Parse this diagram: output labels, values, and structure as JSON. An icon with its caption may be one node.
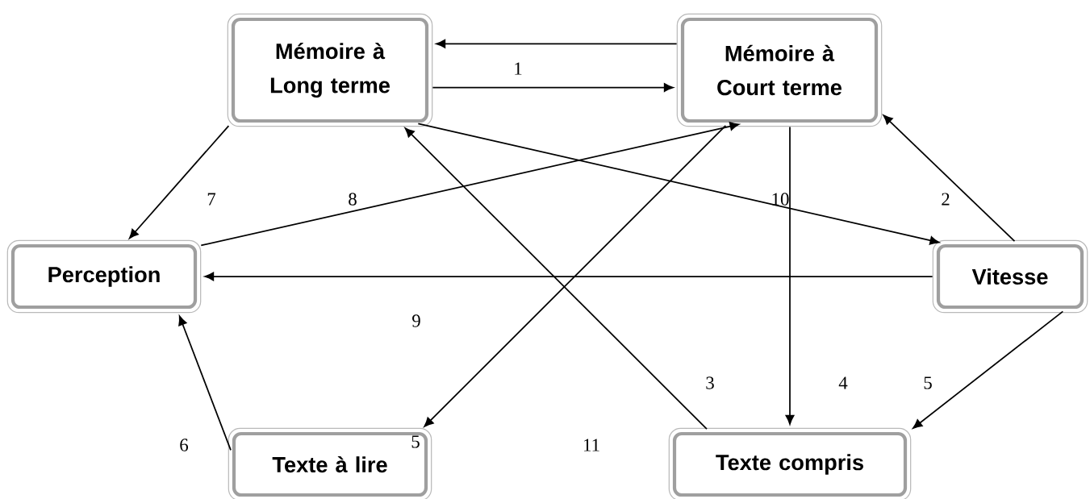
{
  "diagram": {
    "nodes": [
      {
        "text": [
          "Mémoire à Long terme"
        ]
      },
      {
        "text": [
          "Mémoire à Court terme"
        ]
      },
      {
        "text": [
          "Perception"
        ]
      },
      {
        "text": [
          "Vitesse"
        ]
      },
      {
        "text": [
          "Texte à lire"
        ]
      },
      {
        "text": [
          "Texte compris"
        ]
      }
    ],
    "edges": [
      {
        "from": 1,
        "to": 0,
        "arrow": "to"
      },
      {
        "from": 0,
        "to": 1,
        "arrow": "to"
      },
      {
        "from": 0,
        "to": 2,
        "arrow": "to"
      },
      {
        "from": 2,
        "to": 1,
        "arrow": "to"
      },
      {
        "from": 0,
        "to": 3,
        "arrow": "to"
      },
      {
        "from": 1,
        "to": 4,
        "arrow": "to"
      },
      {
        "from": 1,
        "to": 5,
        "arrow": "to"
      },
      {
        "from": 3,
        "to": 1,
        "arrow": "to"
      },
      {
        "from": 3,
        "to": 2,
        "arrow": "to"
      },
      {
        "from": 3,
        "to": 5,
        "arrow": "to"
      },
      {
        "from": 4,
        "to": 2,
        "arrow": "to"
      },
      {
        "from": 5,
        "to": 0,
        "arrow": "to"
      }
    ],
    "labels": [
      "1",
      "7",
      "8",
      "10",
      "2",
      "9",
      "3",
      "4",
      "5",
      "6",
      "5",
      "11"
    ]
  }
}
